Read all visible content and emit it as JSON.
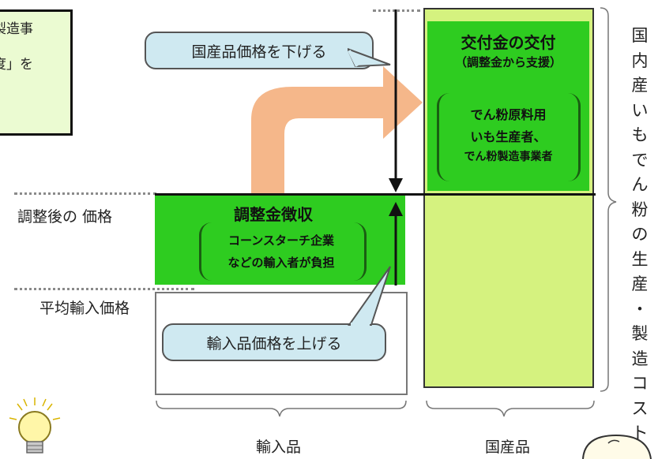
{
  "note": {
    "line1": "製造事",
    "line2": "度」を"
  },
  "callouts": {
    "lower_domestic": "国産品価格を下げる",
    "raise_import": "輸入品価格を上げる"
  },
  "subsidy": {
    "title": "交付金の交付",
    "subtitle": "（調整金から支援）",
    "line1": "でん粉原料用",
    "line2": "いも生産者、",
    "line3": "でん粉製造事業者"
  },
  "levy": {
    "title": "調整金徴収",
    "line1": "コーンスターチ企業",
    "line2": "などの輸入者が負担"
  },
  "left_labels": {
    "adjusted_price": "調整後の 価格",
    "avg_import_price": "平均輸入価格"
  },
  "bottom_labels": {
    "imported": "輸入品",
    "domestic": "国産品"
  },
  "side_label_chars": [
    "国",
    "内",
    "産",
    "い",
    "も",
    "で",
    "ん",
    "粉",
    "の",
    "生",
    "産",
    "・",
    "製",
    "造",
    "コ",
    "ス",
    "ト"
  ],
  "colors": {
    "levy_green": "#2ecc20",
    "domestic_lime": "#d5f27f",
    "callout_blue": "#cfe9f1",
    "arrow_orange": "#f5b78a",
    "note_bg": "#ebfbd2"
  }
}
